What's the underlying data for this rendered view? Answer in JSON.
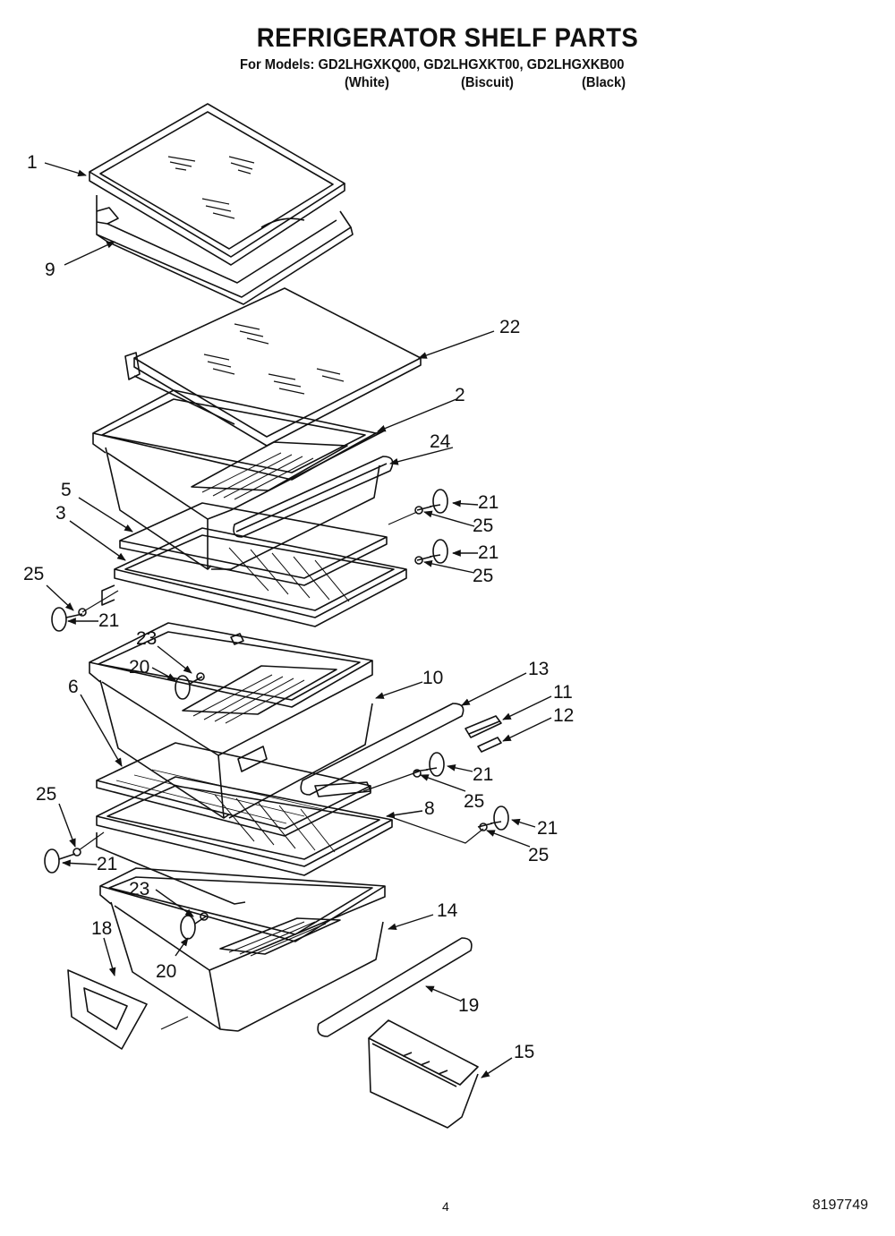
{
  "title": "REFRIGERATOR SHELF PARTS",
  "models_line": "For Models: GD2LHGXKQ00, GD2LHGXKT00, GD2LHGXKB00",
  "variants": [
    "(White)",
    "(Biscuit)",
    "(Black)"
  ],
  "callouts": {
    "c1": "1",
    "c9": "9",
    "c22": "22",
    "c2": "2",
    "c24": "24",
    "c5": "5",
    "c3": "3",
    "c21a": "21",
    "c25a": "25",
    "c21b": "21",
    "c25b": "25",
    "c25c": "25",
    "c21c": "21",
    "c23a": "23",
    "c20a": "20",
    "c10": "10",
    "c13": "13",
    "c11": "11",
    "c12": "12",
    "c6": "6",
    "c21d": "21",
    "c25d": "25",
    "c8": "8",
    "c21e": "21",
    "c25e": "25",
    "c25f": "25",
    "c21f": "21",
    "c23b": "23",
    "c14": "14",
    "c18": "18",
    "c20b": "20",
    "c19": "19",
    "c15": "15"
  },
  "page_number": "4",
  "document_number": "8197749"
}
